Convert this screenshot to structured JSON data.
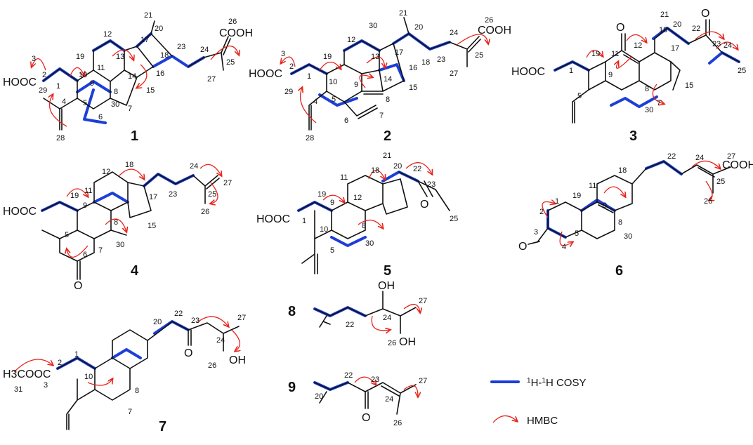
{
  "colors": {
    "cosy": "#1d3fd6",
    "hmbc": "#e8231c",
    "ink": "#111111"
  },
  "compounds": [
    {
      "id": "1",
      "groups": {
        "acid": "HOOC",
        "cooh": "COOH"
      },
      "atoms": {
        "a1": "1",
        "a2": "2",
        "a3": "3",
        "a4": "4",
        "a5": "5",
        "a6": "6",
        "a7": "7",
        "a8": "8",
        "a9": "9",
        "a10": "10",
        "a11": "11",
        "a12": "12",
        "a13": "13",
        "a14": "14",
        "a15": "15",
        "a16": "16",
        "a17": "17",
        "a18": "18",
        "a19": "19",
        "a20": "20",
        "a21": "21",
        "a23": "23",
        "a24": "24",
        "a25": "25",
        "a26": "26",
        "a27": "27",
        "a28": "28",
        "a29": "29",
        "a30": "30"
      }
    },
    {
      "id": "2",
      "groups": {
        "acid": "HOOC",
        "cooh": "COOH"
      },
      "atoms": {
        "a1": "1",
        "a2": "2",
        "a3": "3",
        "a4": "4",
        "a5": "5",
        "a6": "6",
        "a7": "7",
        "a8": "8",
        "a9": "9",
        "a10": "10",
        "a12": "12",
        "a13": "13",
        "a14": "14",
        "a15": "15",
        "a16": "16",
        "a17": "17",
        "a18": "18",
        "a19": "19",
        "a20": "20",
        "a21": "21",
        "a23": "23",
        "a24": "24",
        "a25": "25",
        "a26": "26",
        "a27": "27",
        "a28": "28",
        "a29": "29",
        "a30": "30"
      }
    },
    {
      "id": "3",
      "groups": {
        "acid": "HOOC",
        "ketone": "O",
        "ketone2": "O"
      },
      "atoms": {
        "a1": "1",
        "a5": "5",
        "a7": "7",
        "a8": "8",
        "a9": "9",
        "a11": "11",
        "a12": "12",
        "a15": "15",
        "a17": "17",
        "a18": "18",
        "a19": "19",
        "a20": "20",
        "a21": "21",
        "a22": "22",
        "a23": "23",
        "a24": "24",
        "a25": "25",
        "a30": "30"
      }
    },
    {
      "id": "4",
      "groups": {
        "acid": "HOOC",
        "ketone": "O"
      },
      "atoms": {
        "a5": "5",
        "a6": "6",
        "a7": "7",
        "a8": "8",
        "a9": "9",
        "a11": "11",
        "a12": "12",
        "a15": "15",
        "a17": "17",
        "a18": "18",
        "a19": "19",
        "a23": "23",
        "a24": "24",
        "a25": "25",
        "a26": "26",
        "a27": "27",
        "a30": "30"
      }
    },
    {
      "id": "5",
      "groups": {
        "acid": "HOOC",
        "ketone": "O"
      },
      "atoms": {
        "a1": "1",
        "a5": "5",
        "a8": "8",
        "a9": "9",
        "a10": "10",
        "a11": "11",
        "a12": "12",
        "a18": "18",
        "a19": "19",
        "a20": "20",
        "a21": "21",
        "a22": "22",
        "a23": "23",
        "a25": "25",
        "a30": "30"
      }
    },
    {
      "id": "6",
      "groups": {
        "acid": "COOH",
        "ketone": "O"
      },
      "atoms": {
        "a1": "1",
        "a2": "2",
        "a3": "3",
        "a4": "4",
        "a5": "5",
        "a8": "8",
        "a9": "9",
        "a11": "11",
        "a18": "18",
        "a19": "19",
        "a22": "22",
        "a24": "24",
        "a25": "25",
        "a26": "26",
        "a27": "27",
        "a30": "30"
      }
    },
    {
      "id": "7",
      "groups": {
        "ester": "H3COOC",
        "ketone": "O",
        "hydroxyl": "OH"
      },
      "atoms": {
        "a1": "1",
        "a2": "2",
        "a3": "3",
        "a7": "7",
        "a8": "8",
        "a10": "10",
        "a20": "20",
        "a22": "22",
        "a23": "23",
        "a24": "24",
        "a26": "26",
        "a27": "27",
        "a31": "31"
      }
    },
    {
      "id": "8",
      "groups": {
        "hydroxyl": "OH",
        "hydroxyl2": "OH"
      },
      "atoms": {
        "a22": "22",
        "a24": "24",
        "a26": "26",
        "a27": "27"
      }
    },
    {
      "id": "9",
      "groups": {
        "ketone": "O"
      },
      "atoms": {
        "a20": "20",
        "a22": "22",
        "a23": "23",
        "a24": "24",
        "a26": "26",
        "a27": "27"
      }
    }
  ],
  "legend": {
    "cosy_prefix": "1",
    "cosy_label": "H-",
    "cosy_sup": "1",
    "cosy_suffix": "H COSY",
    "hmbc_label": "HMBC"
  }
}
